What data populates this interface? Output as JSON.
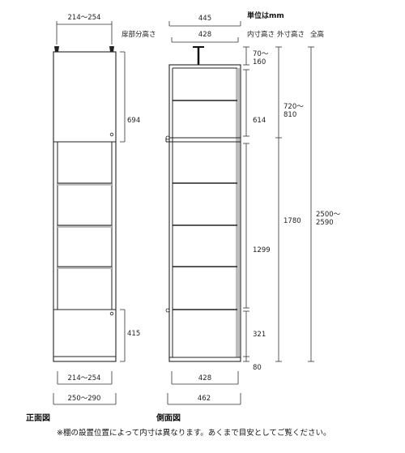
{
  "header": {
    "unit_label": "単位はmm",
    "col_door_height": "扉部分高さ",
    "col_inner_height": "内寸高さ",
    "col_outer_height": "外寸高さ",
    "col_total_height": "全高"
  },
  "front_view": {
    "caption": "正面図",
    "top_width": "214～254",
    "upper_door_height": "694",
    "lower_door_height": "415",
    "bottom_inner_width": "214～254",
    "bottom_outer_width": "250～290"
  },
  "side_view": {
    "caption": "側面図",
    "top_outer_depth": "445",
    "top_inner_depth": "428",
    "top_gap": "70～\n160",
    "upper_inner_height": "614",
    "upper_outer_height": "720～\n810",
    "middle_inner_height": "1299",
    "lower_outer_height": "1780",
    "lower_inner_height": "321",
    "base_height": "80",
    "total_height": "2500～\n2590",
    "bottom_inner_depth": "428",
    "bottom_outer_depth": "462"
  },
  "footnote": "※棚の設置位置によって内寸は異なります。あくまで目安としてご覧ください。"
}
